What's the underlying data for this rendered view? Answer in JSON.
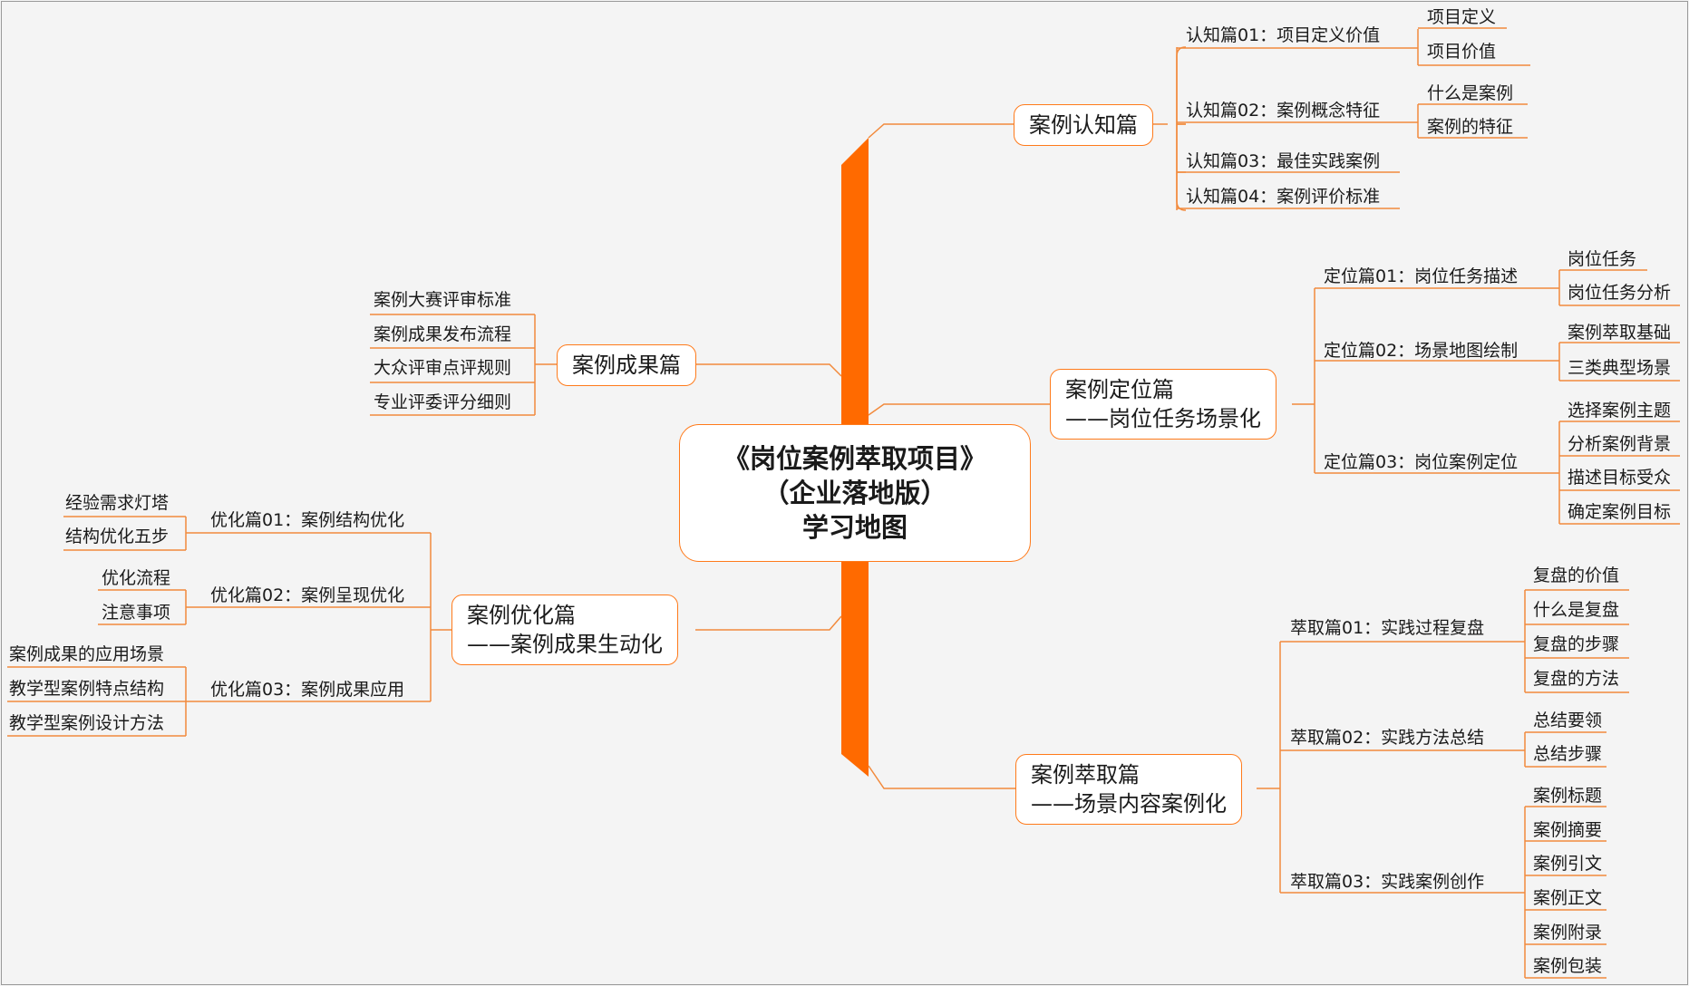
{
  "root": {
    "title_line1": "《岗位案例萃取项目》",
    "title_line2": "（企业落地版）",
    "title_line3": "学习地图"
  },
  "branches": {
    "renzhi": {
      "title": "案例认知篇",
      "subs": [
        {
          "label": "认知篇01：项目定义价值",
          "leaves": [
            "项目定义",
            "项目价值"
          ]
        },
        {
          "label": "认知篇02：案例概念特征",
          "leaves": [
            "什么是案例",
            "案例的特征"
          ]
        },
        {
          "label": "认知篇03：最佳实践案例",
          "leaves": []
        },
        {
          "label": "认知篇04：案例评价标准",
          "leaves": []
        }
      ]
    },
    "dingwei": {
      "title_line1": "案例定位篇",
      "title_line2": "——岗位任务场景化",
      "subs": [
        {
          "label": "定位篇01：岗位任务描述",
          "leaves": [
            "岗位任务",
            "岗位任务分析"
          ]
        },
        {
          "label": "定位篇02：场景地图绘制",
          "leaves": [
            "案例萃取基础",
            "三类典型场景"
          ]
        },
        {
          "label": "定位篇03：岗位案例定位",
          "leaves": [
            "选择案例主题",
            "分析案例背景",
            "描述目标受众",
            "确定案例目标"
          ]
        }
      ]
    },
    "cuiqu": {
      "title_line1": "案例萃取篇",
      "title_line2": "——场景内容案例化",
      "subs": [
        {
          "label": "萃取篇01：实践过程复盘",
          "leaves": [
            "复盘的价值",
            "什么是复盘",
            "复盘的步骤",
            "复盘的方法"
          ]
        },
        {
          "label": "萃取篇02：实践方法总结",
          "leaves": [
            "总结要领",
            "总结步骤"
          ]
        },
        {
          "label": "萃取篇03：实践案例创作",
          "leaves": [
            "案例标题",
            "案例摘要",
            "案例引文",
            "案例正文",
            "案例附录",
            "案例包装"
          ]
        }
      ]
    },
    "chengguo": {
      "title": "案例成果篇",
      "leaves": [
        "案例大赛评审标准",
        "案例成果发布流程",
        "大众评审点评规则",
        "专业评委评分细则"
      ]
    },
    "youhua": {
      "title_line1": "案例优化篇",
      "title_line2": "——案例成果生动化",
      "subs": [
        {
          "label": "优化篇01：案例结构优化",
          "leaves": [
            "经验需求灯塔",
            "结构优化五步"
          ]
        },
        {
          "label": "优化篇02：案例呈现优化",
          "leaves": [
            "优化流程",
            "注意事项"
          ]
        },
        {
          "label": "优化篇03：案例成果应用",
          "leaves": [
            "案例成果的应用场景",
            "教学型案例特点结构",
            "教学型案例设计方法"
          ]
        }
      ]
    }
  },
  "colors": {
    "trunk": "#ff6a00",
    "branch_line": "#f28a3c",
    "leaf_underline": "#e8843a",
    "sub_underline": "#a5232a",
    "node_border": "#ff7a1a"
  }
}
